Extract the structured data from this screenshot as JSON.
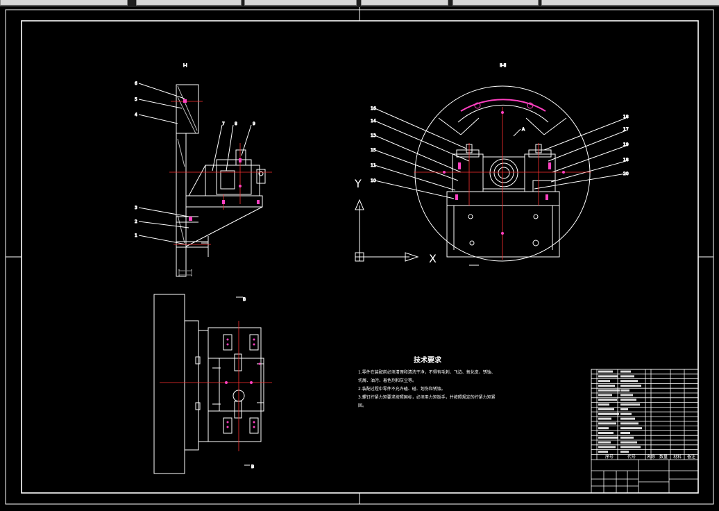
{
  "window": {
    "tabs": [
      "",
      "",
      "",
      "",
      "",
      ""
    ]
  },
  "colors": {
    "background": "#000000",
    "line": "#ffffff",
    "center_line": "#ff3030",
    "highlight": "#ff40c0",
    "ucs": "#ffffff"
  },
  "drawing": {
    "section_label_left": "I-I",
    "section_label_right": "II-II",
    "view_marker_top": "B",
    "view_marker_bottom": "B",
    "view_marker_right": "A",
    "callouts_left": [
      "6",
      "5",
      "4",
      "7",
      "8",
      "9",
      "3",
      "2",
      "1"
    ],
    "callouts_right_left": [
      "16",
      "14",
      "13",
      "15",
      "11",
      "10"
    ],
    "callouts_right_right": [
      "18",
      "17",
      "19",
      "18",
      "20"
    ],
    "ucs": {
      "x_label": "X",
      "y_label": "Y"
    },
    "tech_requirements": {
      "title": "技术要求",
      "lines": [
        "1.零件在装配前必须清理和清洗干净，不得有毛刺、飞边、氧化皮、锈蚀、",
        "切屑、油污、着色剂和灰尘等。",
        "2.装配过程中零件不允许磕、碰、划伤和锈蚀。",
        "3.螺钉拧紧力矩要求按照国标，必须用力矩扳手，并按照规定的拧紧力矩紧",
        "固。"
      ]
    },
    "title_block": {
      "col_labels": [
        "序号",
        "代号",
        "名称",
        "数量",
        "材料",
        "备注"
      ]
    }
  }
}
